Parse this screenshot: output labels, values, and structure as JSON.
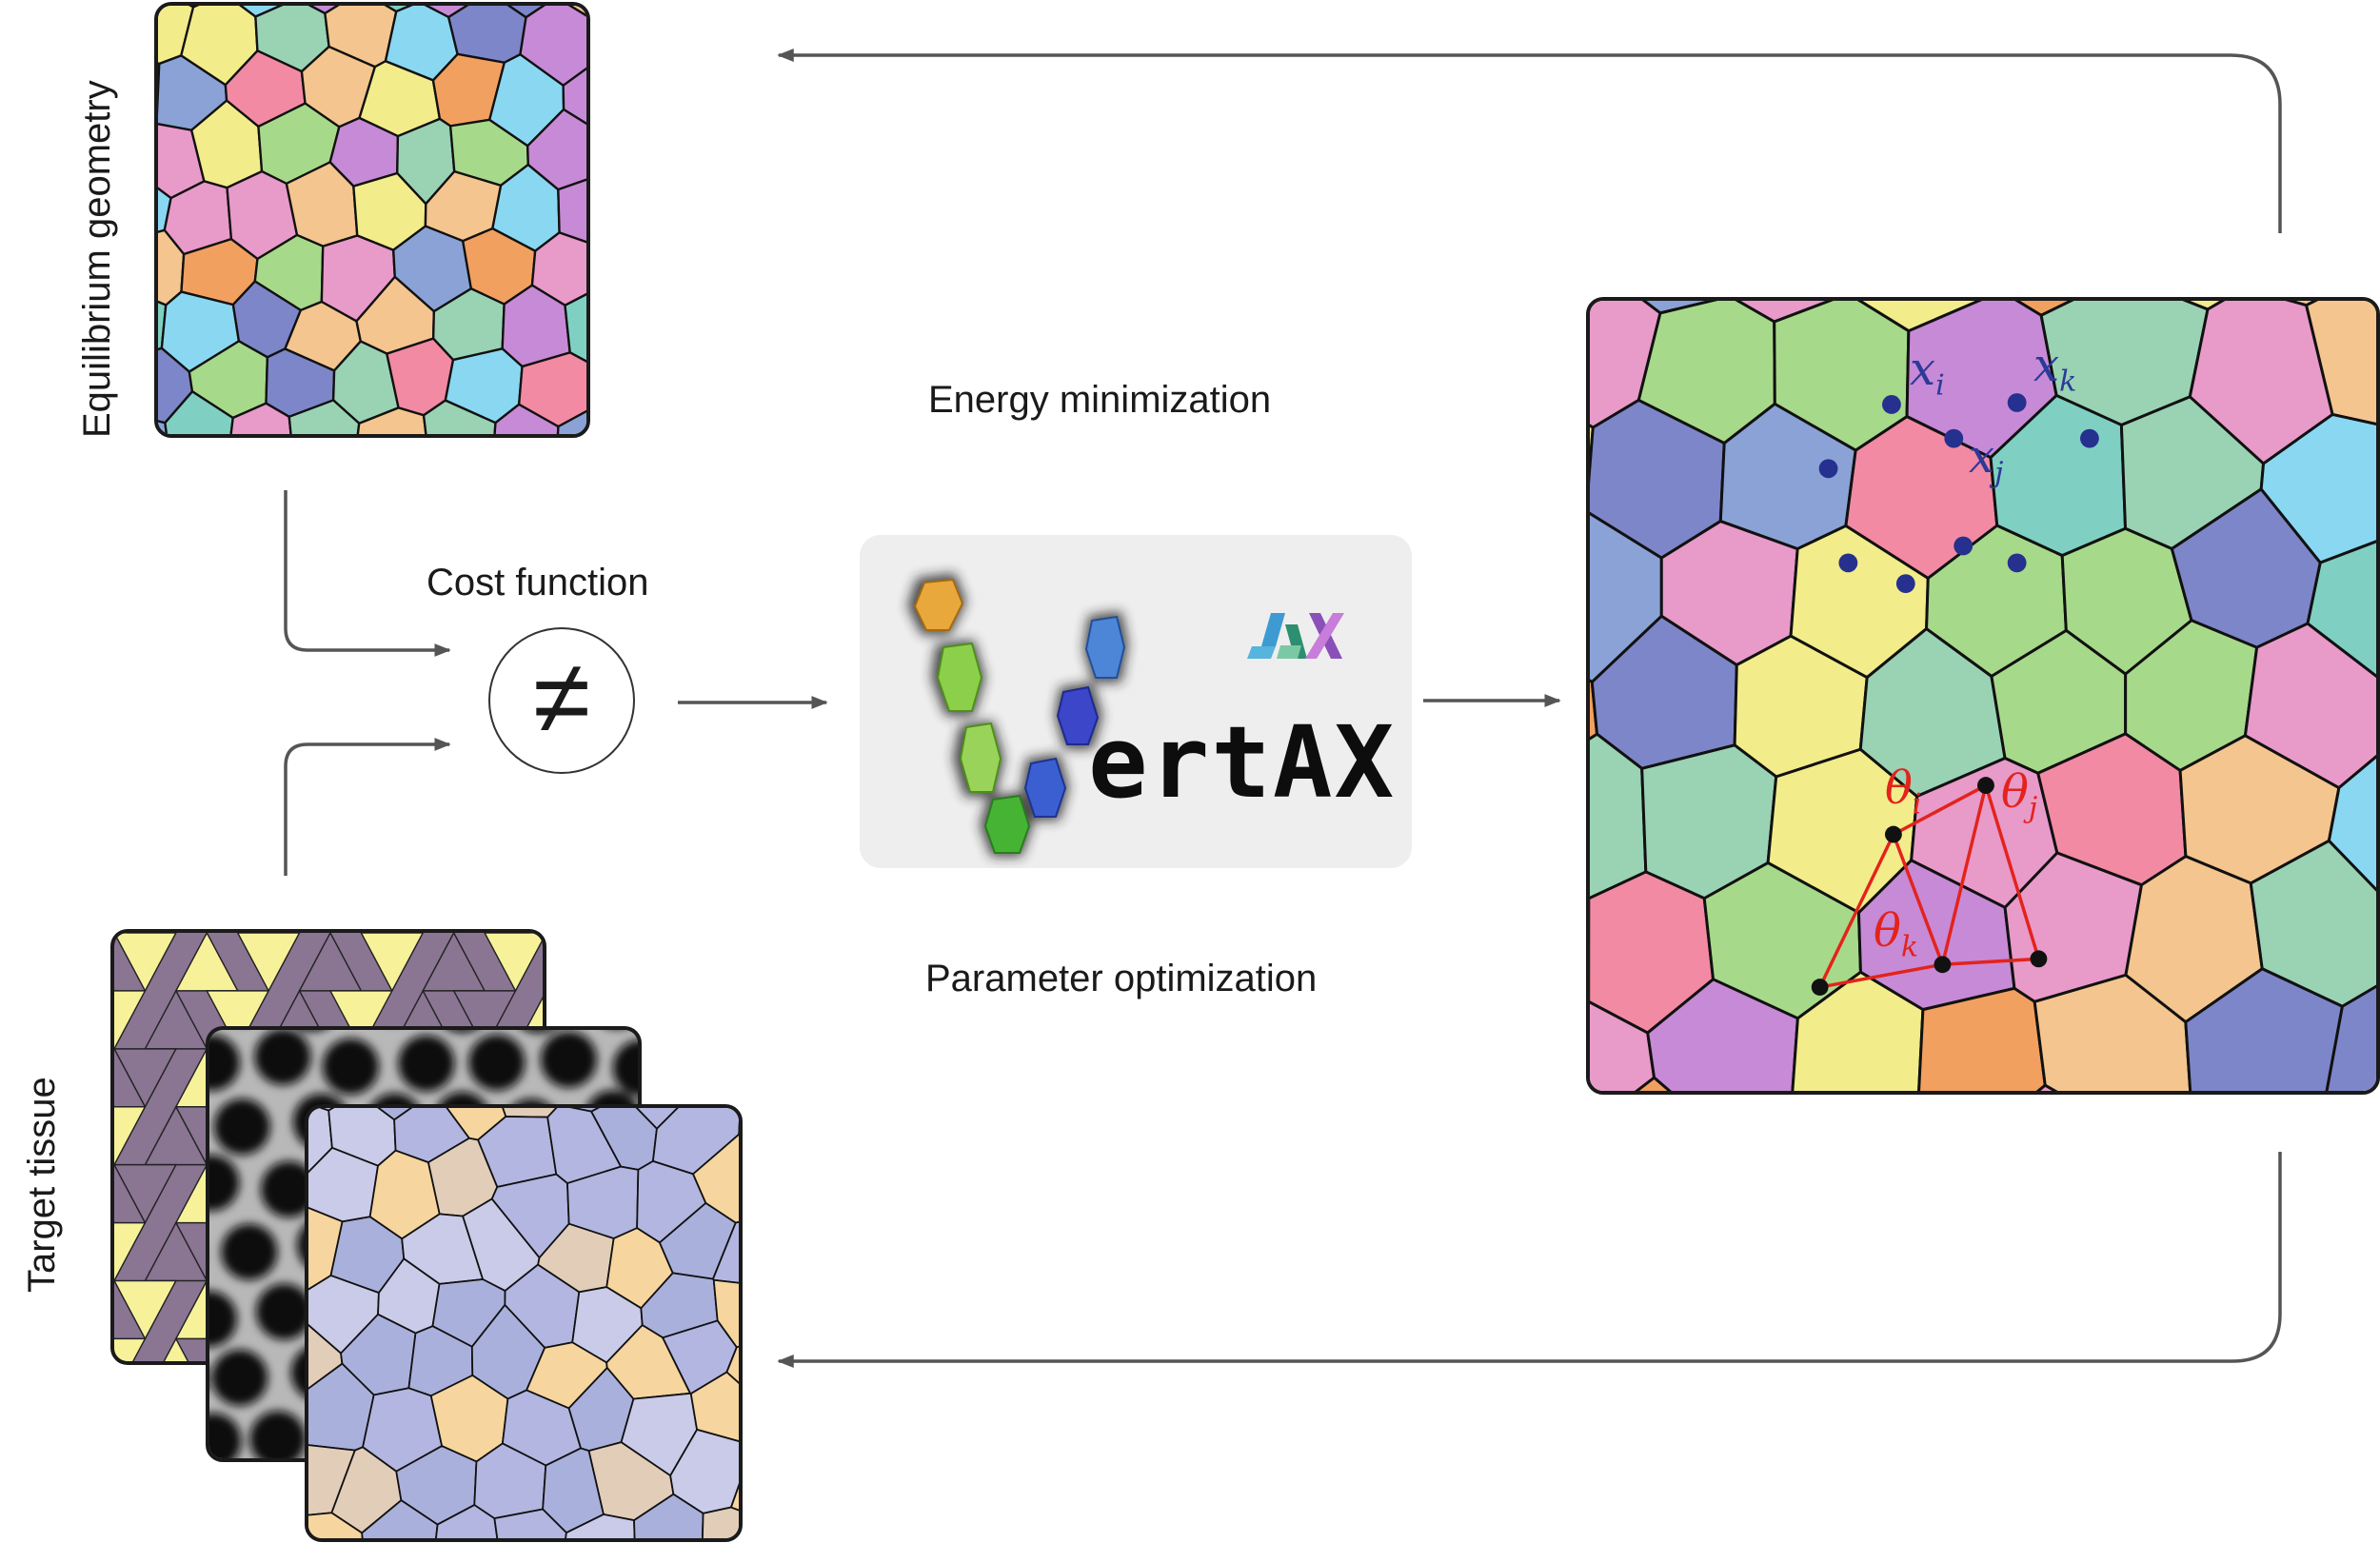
{
  "labels": {
    "equilibrium": "Equilibrium geometry",
    "target": "Target tissue",
    "cost": "Cost function",
    "energy": "Energy minimization",
    "param": "Parameter optimization",
    "neq_symbol": "≠"
  },
  "logo": {
    "text": "ertAX",
    "jax": "JAX"
  },
  "math": {
    "x": "x",
    "theta": "θ",
    "i": "i",
    "j": "j",
    "k": "k"
  },
  "colors": {
    "line": "#555555",
    "vertex": "#25308f",
    "angle": "#e3231c",
    "math_blue": "#2b3a9a",
    "cells": [
      "#8aa2d6",
      "#f28aa3",
      "#f2ec8a",
      "#7fd0c2",
      "#8ad7f2",
      "#a7d98a",
      "#f2a05f",
      "#c78ad6",
      "#e89ac9",
      "#9ad2b4",
      "#f4c58e",
      "#7d86c8"
    ],
    "target_dark": "#8a7593",
    "target_yellow": "#f7f29a",
    "target_blue": "#b2b6e0",
    "target_orange": "#f6d59e",
    "target_tan": "#e2cdb8"
  }
}
